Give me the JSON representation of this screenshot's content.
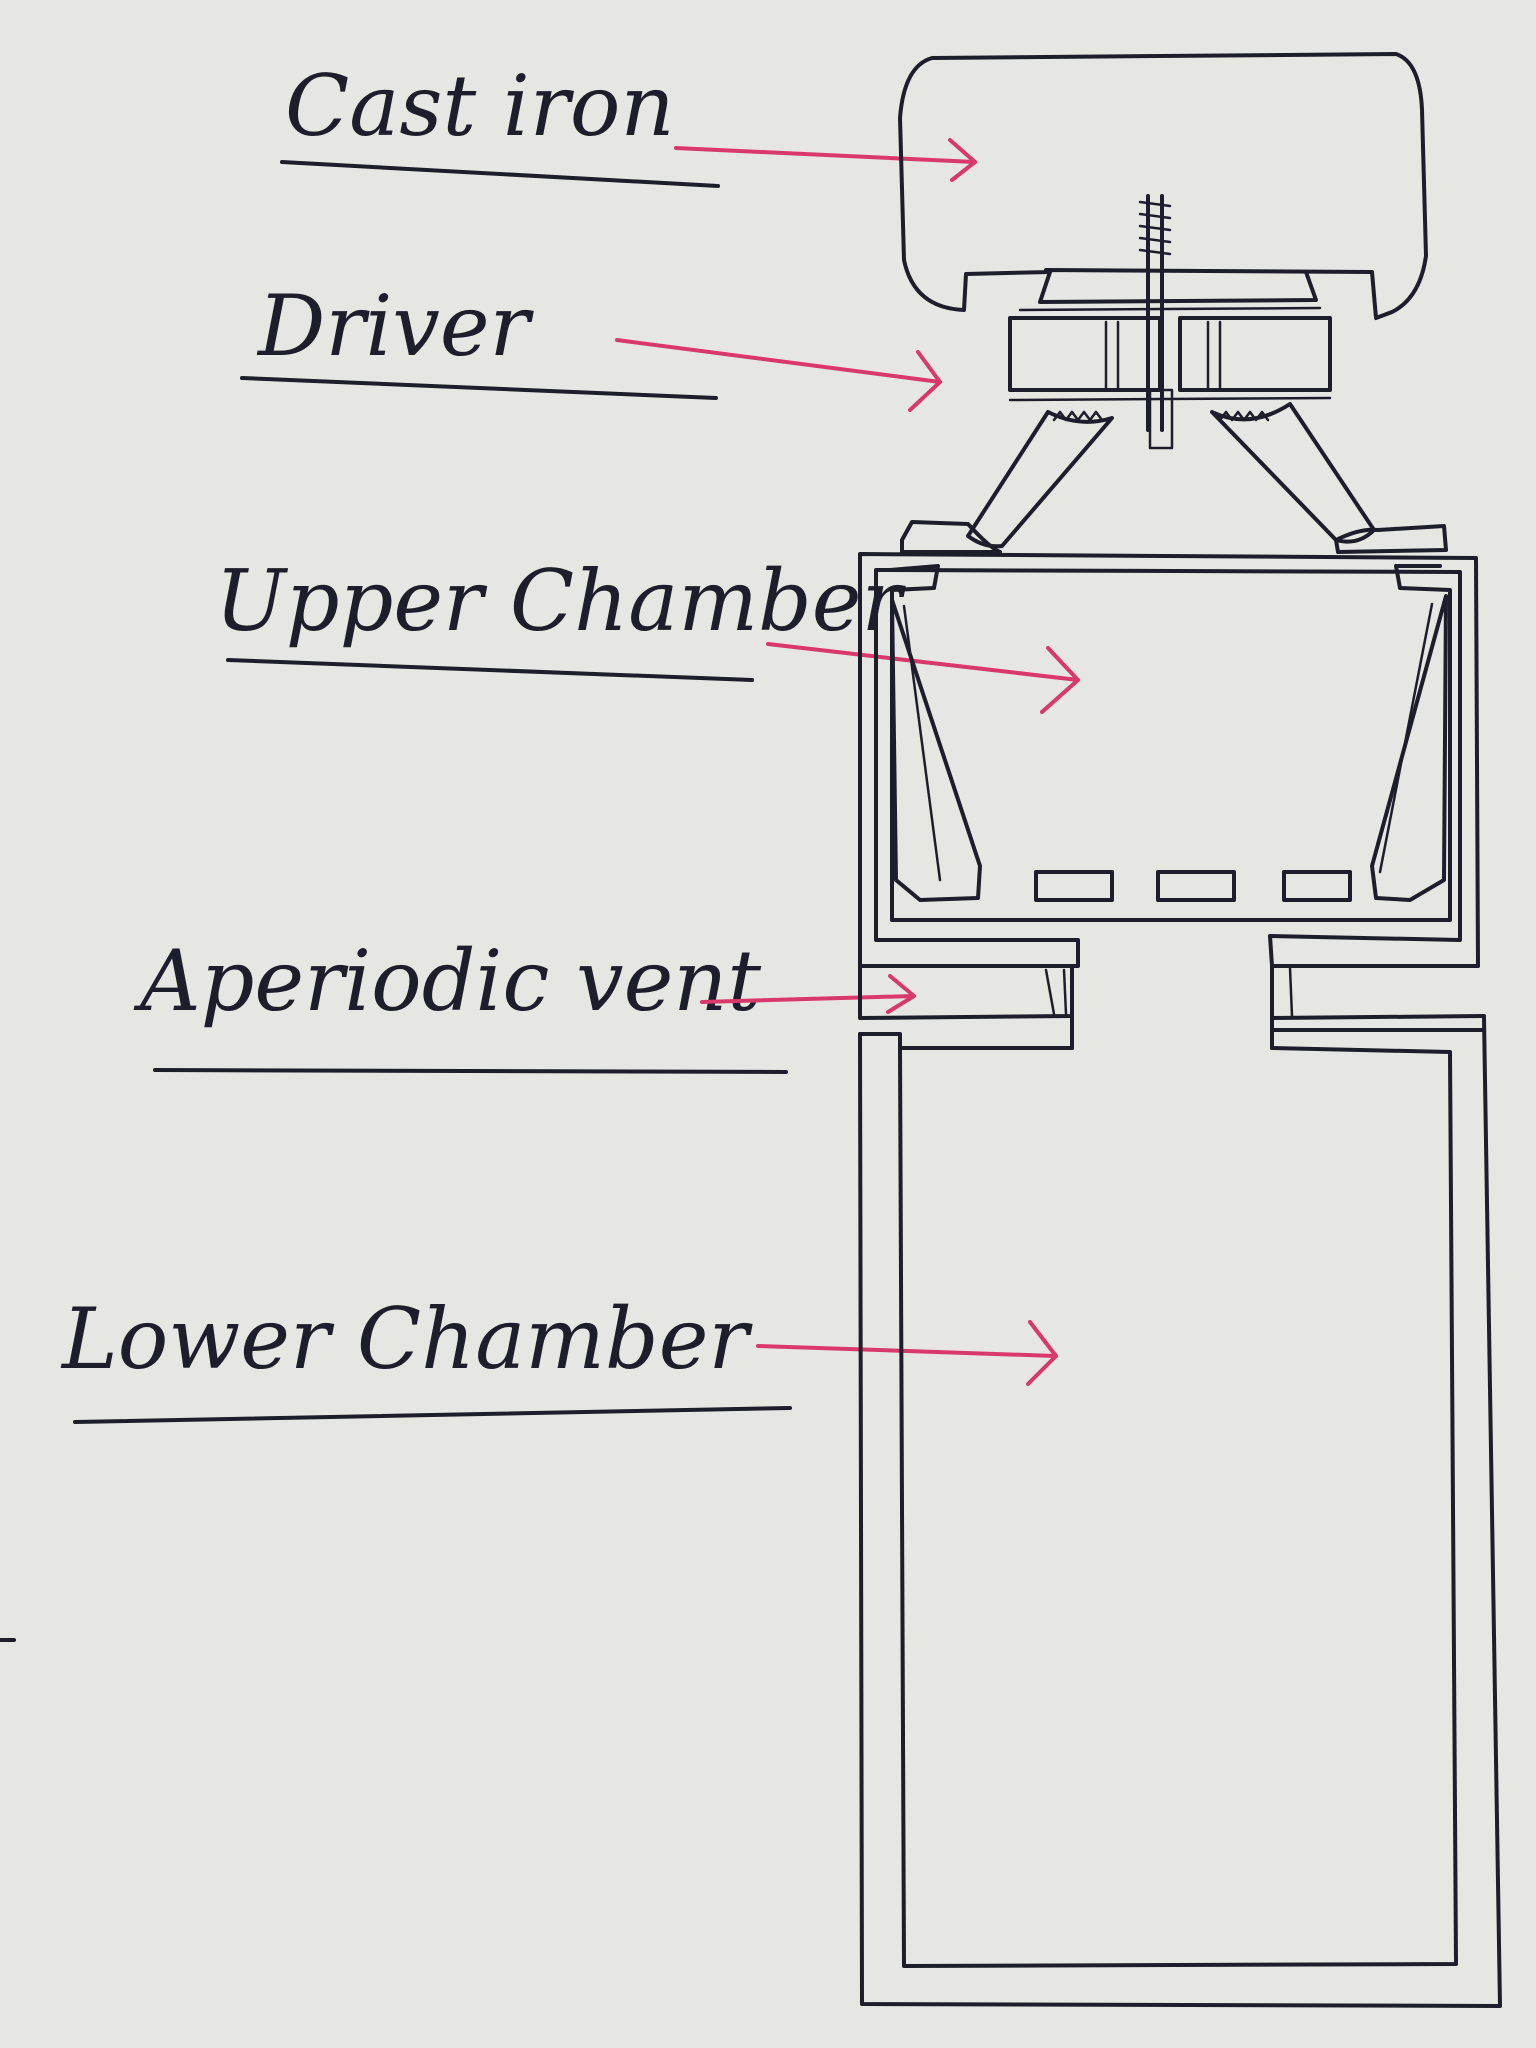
{
  "labels": {
    "cast_iron": "Cast iron",
    "driver": "Driver",
    "upper_chamber": "Upper Chamber",
    "aperiodic_vent": "Aperiodic vent",
    "lower_chamber": "Lower Chamber"
  },
  "colors": {
    "ink": "#1d1d2b",
    "arrow": "#d8386a",
    "paper": "#e6e6e2"
  }
}
